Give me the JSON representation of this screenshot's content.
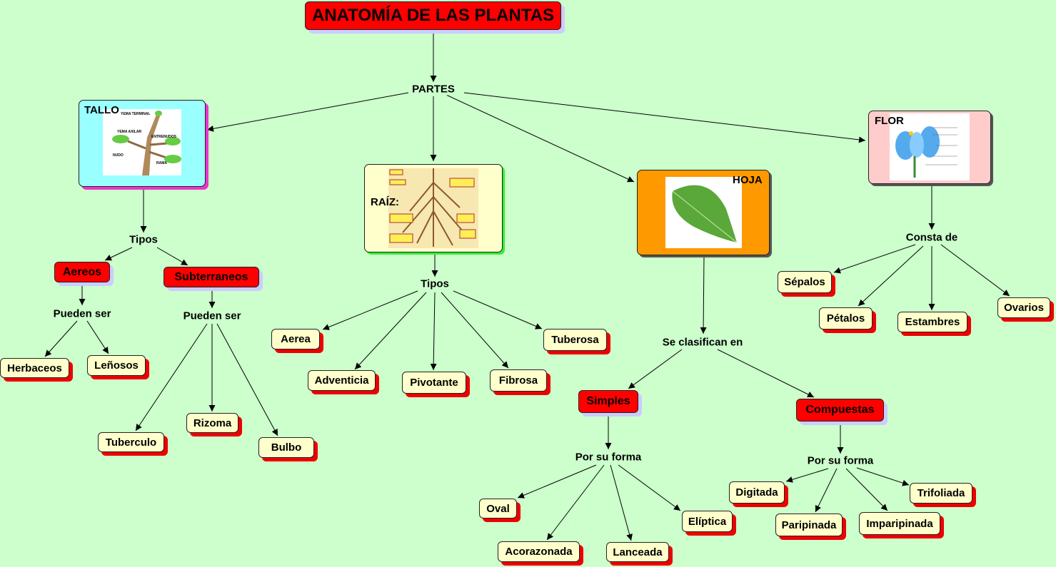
{
  "title": "ANATOMÍA DE LAS PLANTAS",
  "partes": "PARTES",
  "tallo": {
    "label": "TALLO",
    "tipos": "Tipos",
    "aereos": "Aereos",
    "subterraneos": "Subterraneos",
    "pueden_ser_1": "Pueden ser",
    "pueden_ser_2": "Pueden ser",
    "herbaceos": "Herbaceos",
    "lenosos": "Leñosos",
    "tuberculo": "Tuberculo",
    "rizoma": "Rizoma",
    "bulbo": "Bulbo",
    "image_labels": [
      "YEMA TERMINAL",
      "YEMA AXILAR",
      "ENTRENUDOS",
      "NUDO",
      "RAMA"
    ]
  },
  "raiz": {
    "label": "RAÍZ:",
    "tipos": "Tipos",
    "items": [
      "Aerea",
      "Adventicia",
      "Pivotante",
      "Fibrosa",
      "Tuberosa"
    ]
  },
  "hoja": {
    "label": "HOJA",
    "se_clasifican": "Se clasifican en",
    "simples": "Simples",
    "compuestas": "Compuestas",
    "por_su_forma_1": "Por su forma",
    "por_su_forma_2": "Por su forma",
    "simples_items": [
      "Oval",
      "Acorazonada",
      "Lanceada",
      "Elíptica"
    ],
    "compuestas_items": [
      "Digitada",
      "Paripinada",
      "Imparipinada",
      "Trifoliada"
    ]
  },
  "flor": {
    "label": "FLOR",
    "consta_de": "Consta de",
    "items": [
      "Sépalos",
      "Pétalos",
      "Estambres",
      "Ovarios"
    ]
  },
  "colors": {
    "background": "#ccffcc",
    "red_node": "#ff0000",
    "cream_node": "#ffffcc",
    "tallo": "#99ffff",
    "raiz": "#ffffcc",
    "hoja": "#ff9900",
    "flor": "#ffcccc"
  }
}
